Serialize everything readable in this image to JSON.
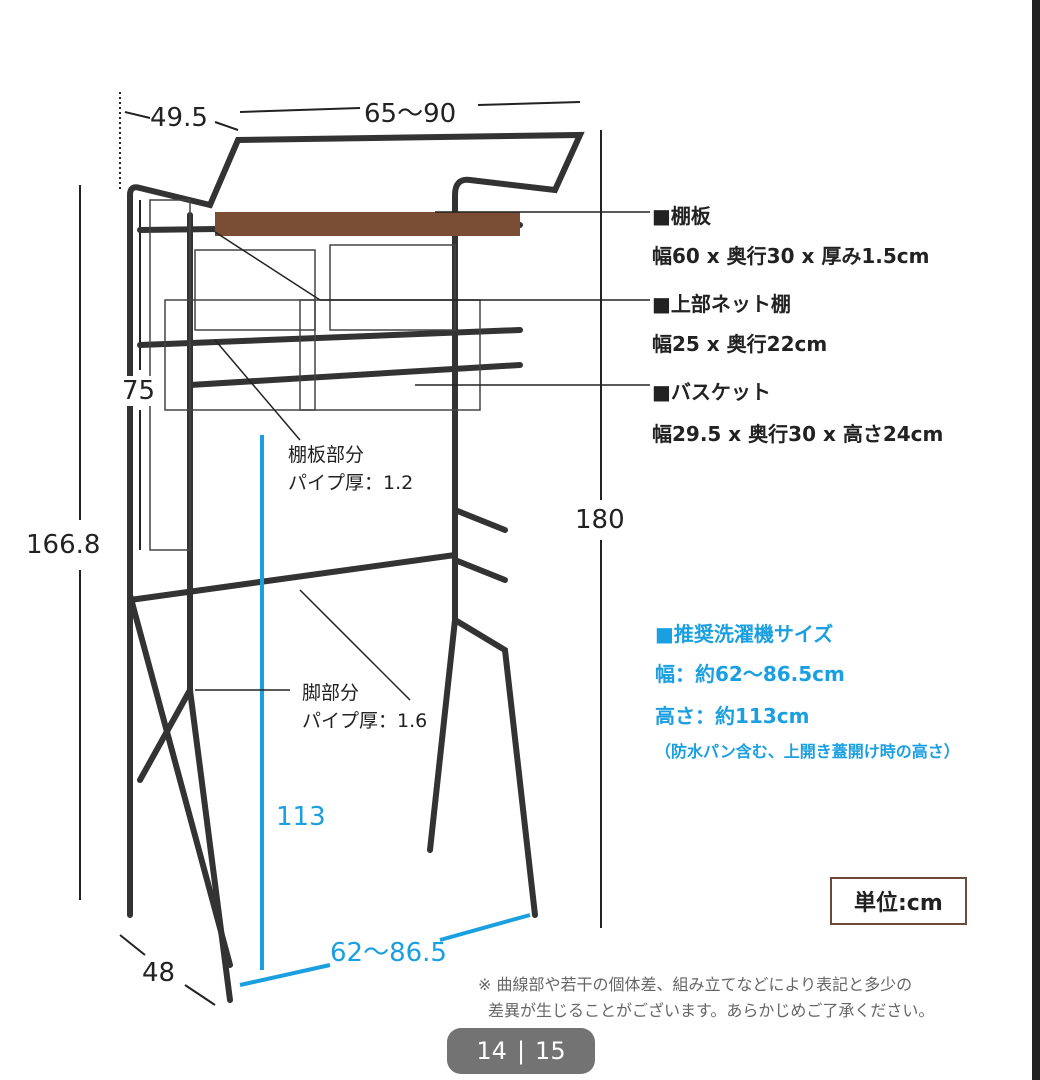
{
  "dimensions": {
    "depth_top": "49.5",
    "width_top": "65〜90",
    "height_side": "166.8",
    "height_total": "180",
    "net_height": "75",
    "clearance": "113",
    "inner_width": "62〜86.5",
    "depth_bottom": "48"
  },
  "callouts": [
    {
      "title": "■棚板",
      "detail": "幅60 x 奥行30 x 厚み1.5cm"
    },
    {
      "title": "■上部ネット棚",
      "detail": "幅25 x 奥行22cm"
    },
    {
      "title": "■バスケット",
      "detail": "幅29.5 x 奥行30 x 高さ24cm"
    }
  ],
  "pipe_labels": {
    "shelf_title": "棚板部分",
    "shelf_detail": "パイプ厚：1.2",
    "leg_title": "脚部分",
    "leg_detail": "パイプ厚：1.6"
  },
  "recommended": {
    "title": "■推奨洗濯機サイズ",
    "width": "幅：約62〜86.5cm",
    "height": "高さ：約113cm",
    "note": "（防水パン含む、上開き蓋開け時の高さ）",
    "color": "#1a9fe0"
  },
  "unit_label": "単位:cm",
  "disclaimer": [
    "※ 曲線部や若干の個体差、組み立てなどにより表記と多少の",
    "差異が生じることがございます。あらかじめご了承ください。"
  ],
  "viewer": {
    "current": "14",
    "total": "15"
  }
}
